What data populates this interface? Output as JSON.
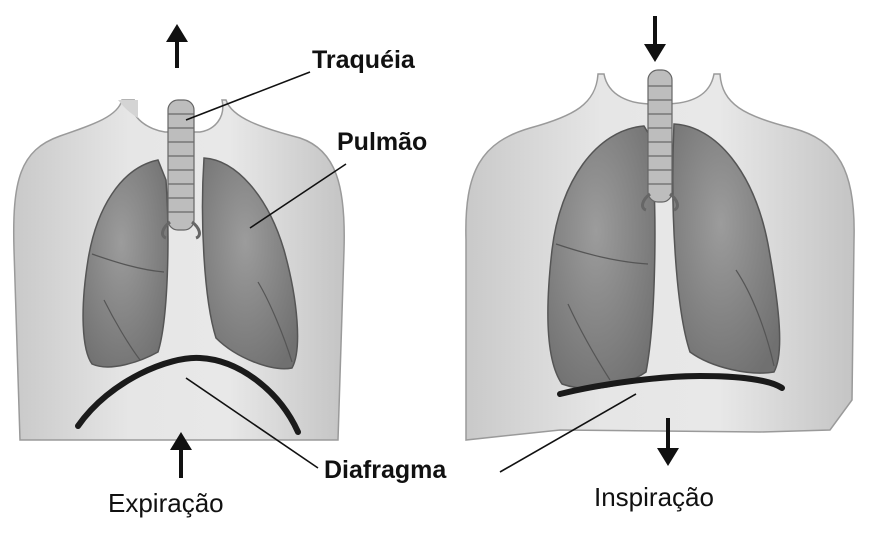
{
  "labels": {
    "trachea": "Traquéia",
    "lung": "Pulmão",
    "diaphragm": "Diafragma",
    "expiration": "Expiração",
    "inspiration": "Inspiração"
  },
  "colors": {
    "skin": "#dedede",
    "skin_shadow": "#c2c2c2",
    "lung": "#8e8e8e",
    "lung_dark": "#6f6f6f",
    "trachea": "#b8b8b8",
    "diaphragm": "#1a1a1a",
    "ink": "#111111"
  },
  "icons": [
    "arrow-up-icon",
    "arrow-down-icon"
  ]
}
